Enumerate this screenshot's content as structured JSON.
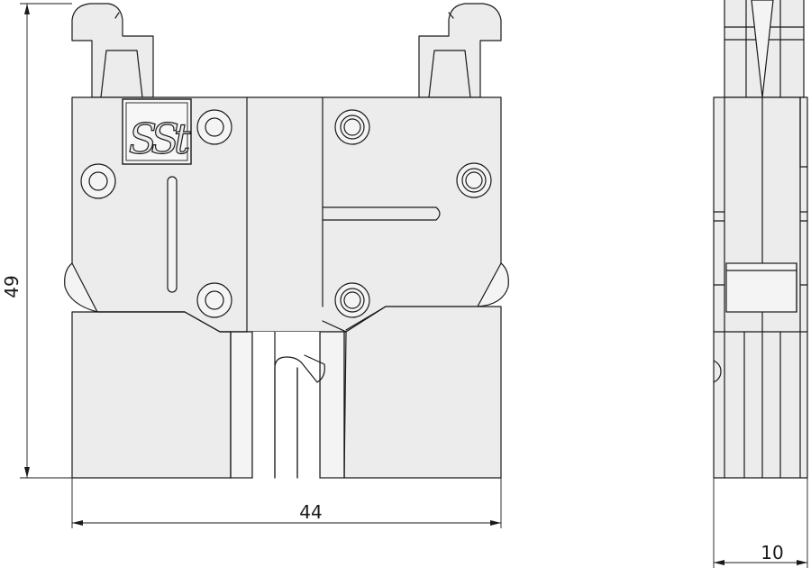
{
  "dimensions": {
    "height": "49",
    "width": "44",
    "depth": "10"
  },
  "logo": {
    "text": "SSt"
  },
  "colors": {
    "body_fill": "#ececec",
    "line": "#1a1a1a",
    "background": "#ffffff"
  }
}
